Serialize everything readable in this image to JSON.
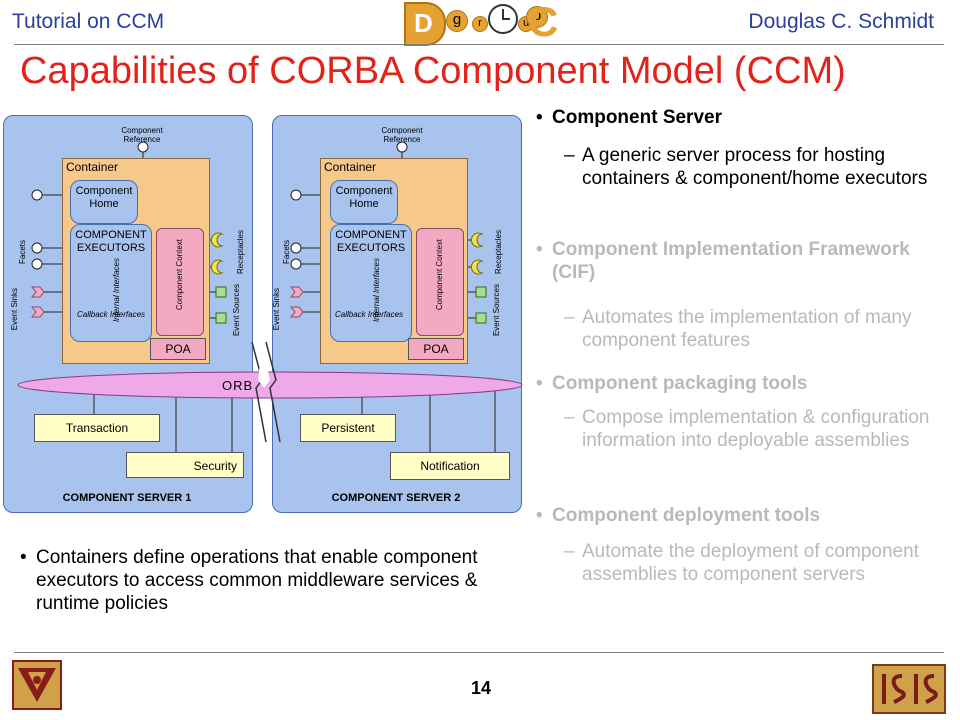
{
  "header": {
    "left": "Tutorial on CCM",
    "right": "Douglas C. Schmidt",
    "logo_letters": [
      "g",
      "r",
      "u",
      "p"
    ],
    "logo_D": "D",
    "logo_C": "C"
  },
  "title": "Capabilities of CORBA Component Model (CCM)",
  "bullets": [
    {
      "text": "Component Server",
      "style": "dark"
    },
    {
      "text": "A generic server process for hosting containers & component/home executors",
      "style": "dark-sub"
    },
    {
      "text": "Component Implementation Framework (CIF)",
      "style": "gray"
    },
    {
      "text": "Automates the implementation of many component features",
      "style": "gray-sub"
    },
    {
      "text": "Component packaging tools",
      "style": "gray"
    },
    {
      "text": "Compose implementation & configuration information into deployable assemblies",
      "style": "gray-sub"
    },
    {
      "text": "Component deployment tools",
      "style": "gray"
    },
    {
      "text": "Automate the deployment of component assemblies to component servers",
      "style": "gray-sub"
    }
  ],
  "bottom_bullet": "Containers define operations that enable component executors to access common middleware services & runtime policies",
  "page_number": "14",
  "diagram": {
    "component_reference": "Component Reference",
    "container": "Container",
    "component_home": "Component Home",
    "component_executors": "COMPONENT EXECUTORS",
    "internal_interfaces": "Internal Interfaces",
    "callback_interfaces": "Callback Interfaces",
    "component_context": "Component Context",
    "facets": "Facets",
    "event_sinks": "Event Sinks",
    "receptacles": "Receptacles",
    "event_sources": "Event Sources",
    "poa": "POA",
    "orb": "ORB",
    "server1": {
      "label": "COMPONENT SERVER 1",
      "svc1": "Transaction",
      "svc2": "Security"
    },
    "server2": {
      "label": "COMPONENT SERVER 2",
      "svc1": "Persistent",
      "svc2": "Notification"
    }
  },
  "colors": {
    "title": "#e2231a",
    "header": "#2b3f9c",
    "panel": "#a9c3ef",
    "container": "#f6c98a",
    "orb": "#efa8e8",
    "gray_text": "#b9b9b9"
  }
}
